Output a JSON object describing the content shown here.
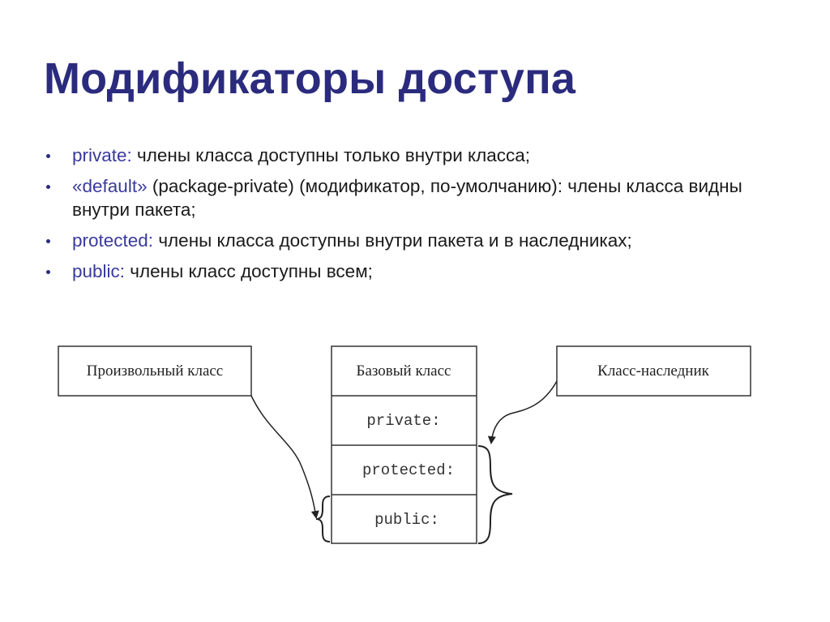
{
  "slide": {
    "title": "Модификаторы доступа"
  },
  "bullets": [
    {
      "keyword": "private:",
      "text": " члены класса доступны только внутри класса;"
    },
    {
      "keyword": "«default»",
      "text": " (package-private) (модификатор, по-умолчанию): члены класса видны внутри пакета;"
    },
    {
      "keyword": "protected:",
      "text": " члены класса доступны внутри пакета и в наследниках;"
    },
    {
      "keyword": "public:",
      "text": " члены класс доступны всем;"
    }
  ],
  "diagram": {
    "arbitrary_class": "Произвольный класс",
    "base_class": {
      "title": "Базовый класс",
      "sections": [
        "private:",
        "protected:",
        "public:"
      ]
    },
    "derived_class": "Класс-наследник"
  },
  "colors": {
    "title": "#2b2b7e",
    "keyword": "#3a3a9c",
    "text": "#1a1a1a"
  }
}
